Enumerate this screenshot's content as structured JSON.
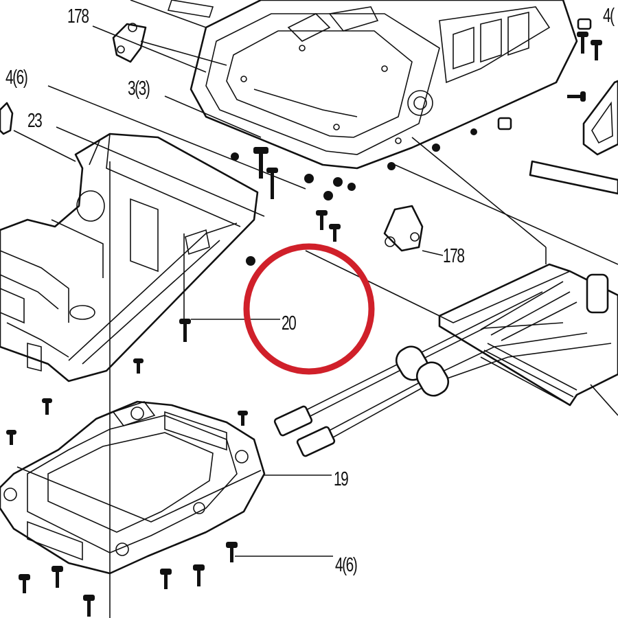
{
  "callouts": {
    "c178_top": "178",
    "c4_6_left": "4(6)",
    "c3_3": "3(3)",
    "c23": "23",
    "c178_right": "178",
    "c20": "20",
    "c19": "19",
    "c4_6_bottom": "4(6)",
    "c4_top_right": "4("
  },
  "colors": {
    "ink": "#111111",
    "highlight_ring": "#d0202a",
    "background": "#ffffff"
  }
}
